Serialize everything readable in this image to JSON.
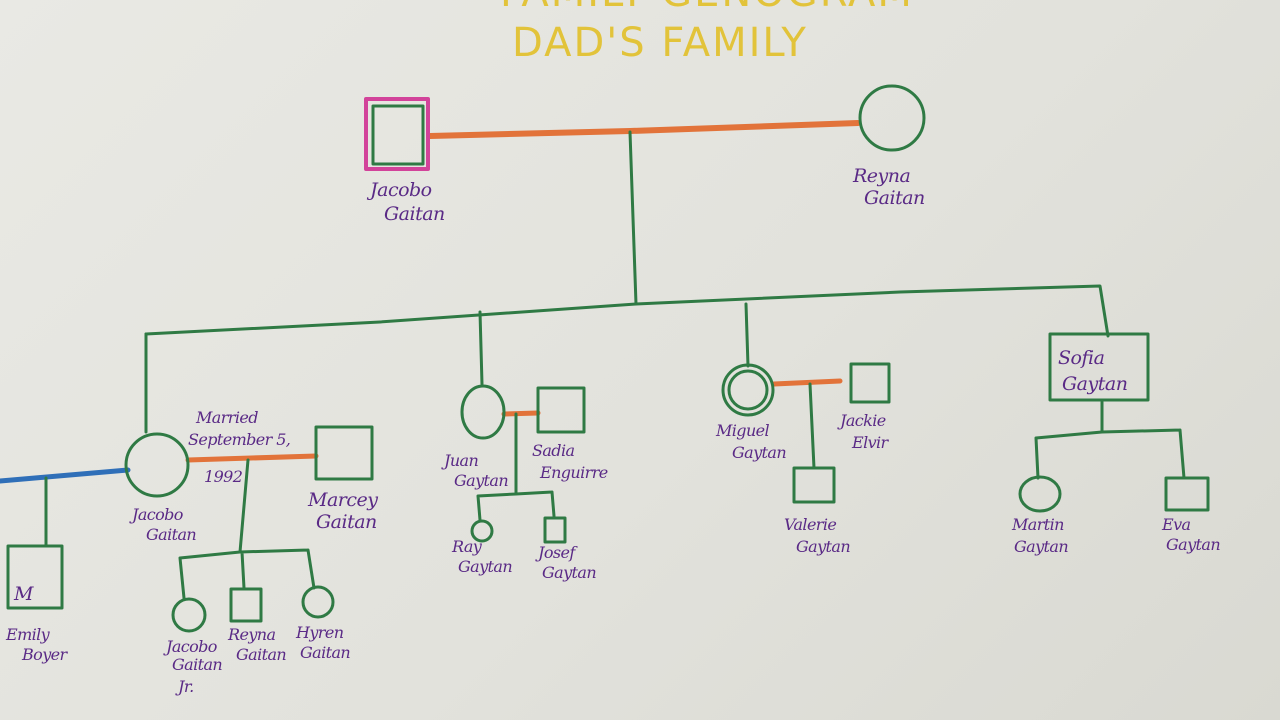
{
  "title": {
    "top_cutoff": "FAMILY GENOGRAM",
    "subtitle": "DAD'S FAMILY"
  },
  "colors": {
    "green": "#2f7a44",
    "orange": "#e2733a",
    "pink": "#d2439a",
    "blue": "#2f6fb8",
    "purple": "#5a2a86",
    "yellow": "#e2c33a"
  },
  "people": {
    "grandfather": [
      "Jacobo",
      "Gaitan"
    ],
    "grandmother": [
      "Reyna",
      "Gaitan"
    ],
    "jacobo_gaitan": [
      "Jacobo",
      "Gaitan"
    ],
    "marcey": [
      "Marcey",
      "Gaitan"
    ],
    "emily": [
      "Emily",
      "Boyer"
    ],
    "emily_mark": "M",
    "jacobo_jr": [
      "Jacobo",
      "Gaitan",
      "Jr."
    ],
    "reyna_gaitan": [
      "Reyna",
      "Gaitan"
    ],
    "hyren": [
      "Hyren",
      "Gaitan"
    ],
    "juan": [
      "Juan",
      "Gaytan"
    ],
    "sadia": [
      "Sadia",
      "Enguirre"
    ],
    "ray": [
      "Ray",
      "Gaytan"
    ],
    "josef": [
      "Josef",
      "Gaytan"
    ],
    "miguel": [
      "Miguel",
      "Gaytan"
    ],
    "jackie": [
      "Jackie",
      "Elvir"
    ],
    "valerie": [
      "Valerie",
      "Gaytan"
    ],
    "sofia": [
      "Sofia",
      "Gaytan"
    ],
    "martin": [
      "Martin",
      "Gaytan"
    ],
    "eva": [
      "Eva",
      "Gaytan"
    ]
  },
  "marriage_note": [
    "Married",
    "September 5,",
    "1992"
  ]
}
